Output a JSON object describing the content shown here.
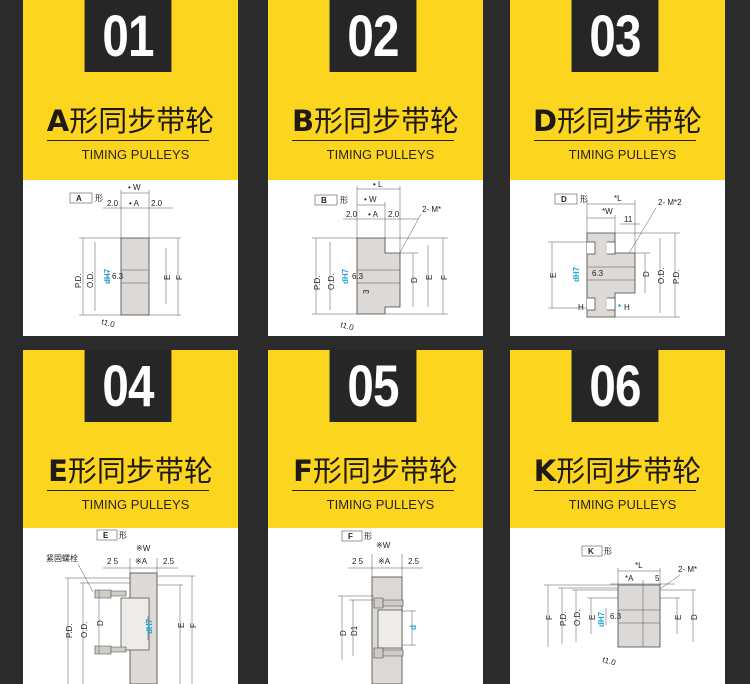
{
  "colors": {
    "background": "#2b2b2b",
    "accent": "#fcd51f",
    "number_box": "#262626",
    "bore_label": "#1aa3d9"
  },
  "cards": [
    {
      "number": "01",
      "letter": "A",
      "title_rest": "形同步带轮",
      "subtitle": "TIMING PULLEYS",
      "diagram": {
        "type": "A",
        "suffix": "形",
        "W": "• W",
        "left": "2.0",
        "A": "• A",
        "right": "2.0",
        "PD": "P.D.",
        "OD": "O.D.",
        "d": "dH7",
        "E": "E",
        "F": "F",
        "t": "t1.0",
        "c": "6.3"
      }
    },
    {
      "number": "02",
      "letter": "B",
      "title_rest": "形同步带轮",
      "subtitle": "TIMING PULLEYS",
      "diagram": {
        "type": "B",
        "suffix": "形",
        "L": "• L",
        "W": "• W",
        "left": "2.0",
        "A": "• A",
        "right": "2.0",
        "M": "2- M*",
        "PD": "P.D.",
        "OD": "O.D.",
        "d": "dH7",
        "D": "D",
        "E": "E",
        "F": "F",
        "n3": "3",
        "t": "t1.0",
        "c": "6.3"
      }
    },
    {
      "number": "03",
      "letter": "D",
      "title_rest": "形同步带轮",
      "subtitle": "TIMING PULLEYS",
      "diagram": {
        "type": "D",
        "suffix": "形",
        "L": "*L",
        "W": "*W",
        "n11": "11",
        "M": "2- M*2",
        "E": "E",
        "d": "dH7",
        "D": "D",
        "OD": "O.D.",
        "PD": "P.D.",
        "H1": "H",
        "H2": "H",
        "star": "*",
        "c": "6.3"
      }
    },
    {
      "number": "04",
      "letter": "E",
      "title_rest": "形同步带轮",
      "subtitle": "TIMING PULLEYS",
      "diagram": {
        "type": "E",
        "suffix": "形",
        "W": "※W",
        "left": "2 5",
        "A": "※A",
        "right": "2.5",
        "bolt": "紧固螺栓",
        "PD": "P.D.",
        "OD": "O.D.",
        "D": "D",
        "d": "dH7",
        "E": "E",
        "F": "F"
      }
    },
    {
      "number": "05",
      "letter": "F",
      "title_rest": "形同步带轮",
      "subtitle": "TIMING PULLEYS",
      "diagram": {
        "type": "F",
        "suffix": "形",
        "W": "※W",
        "left": "2 5",
        "A": "※A",
        "right": "2.5",
        "D": "D",
        "D1": "D1",
        "d": "d"
      }
    },
    {
      "number": "06",
      "letter": "K",
      "title_rest": "形同步带轮",
      "subtitle": "TIMING PULLEYS",
      "diagram": {
        "type": "K",
        "suffix": "形",
        "L": "*L",
        "A": "*A",
        "n5": "5",
        "M": "2- M*",
        "F": "F",
        "PD": "P.D.",
        "OD": "O.D.",
        "E1": "E",
        "d": "dH7",
        "E2": "E",
        "D": "D",
        "t": "t1.0",
        "c": "6.3"
      }
    }
  ]
}
